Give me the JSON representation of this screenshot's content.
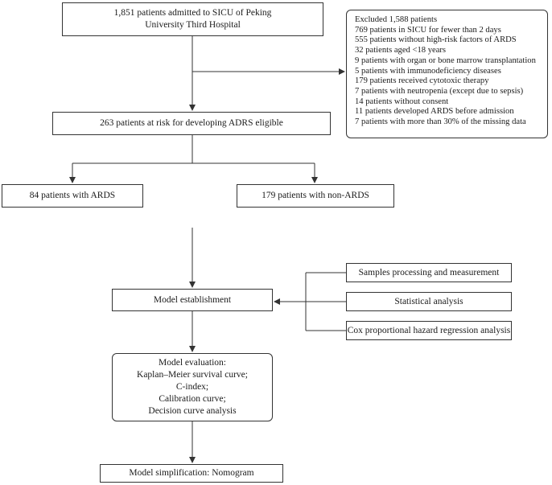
{
  "admitted": {
    "line1": "1,851 patients admitted to SICU of Peking",
    "line2": "University Third Hospital"
  },
  "excluded": {
    "title": "Excluded 1,588 patients",
    "items": [
      "769 patients in SICU for fewer than 2 days",
      "555 patients without high-risk factors of ARDS",
      "32 patients aged <18  years",
      "9 patients with organ or bone marrow transplantation",
      "5 patients with immunodeficiency diseases",
      "179 patients received cytotoxic therapy",
      "7 patients with neutropenia (except due to sepsis)",
      "14 patients without consent",
      "11 patients developed ARDS before admission",
      "7 patients with more than 30% of the missing data"
    ]
  },
  "at_risk": "263 patients at risk for developing ADRS eligible",
  "ards": "84 patients with ARDS",
  "non_ards": "179 patients with non-ARDS",
  "model_establishment": "Model establishment",
  "methods": [
    "Samples processing and measurement",
    "Statistical analysis",
    "Cox proportional hazard regression analysis"
  ],
  "evaluation": [
    "Model evaluation:",
    "Kaplan–Meier survival curve;",
    "C-index;",
    "Calibration curve;",
    "Decision curve analysis"
  ],
  "simplification": "Model simplification: Nomogram"
}
